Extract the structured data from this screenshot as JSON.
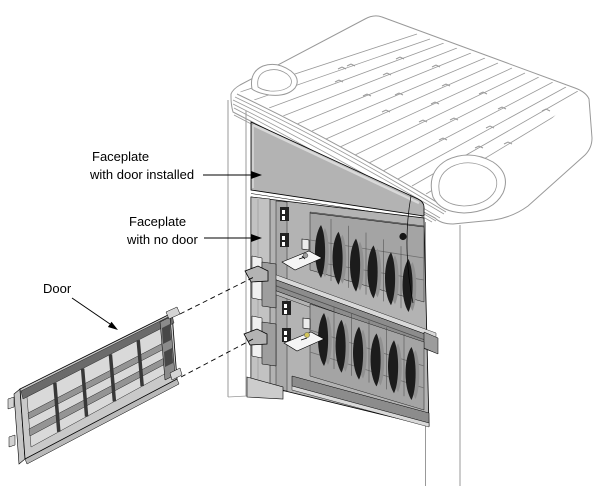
{
  "diagram": {
    "labels": {
      "faceplate_with_door": {
        "line1": "Faceplate",
        "line2": "with door installed"
      },
      "faceplate_no_door": {
        "line1": "Faceplate",
        "line2": "with no door"
      },
      "door": {
        "text": "Door"
      }
    },
    "colors": {
      "background": "#ffffff",
      "outline_light": "#999999",
      "outline_dark": "#000000",
      "panel_gray": "#b3b3b3",
      "panel_light": "#d9d9d9",
      "shelf_gray": "#8c8c8c",
      "drive_dark": "#1c1c1c",
      "door_frame": "#c9c9c9",
      "door_cell": "#d9d9d9",
      "led_yellow": "#d2c45a"
    }
  }
}
